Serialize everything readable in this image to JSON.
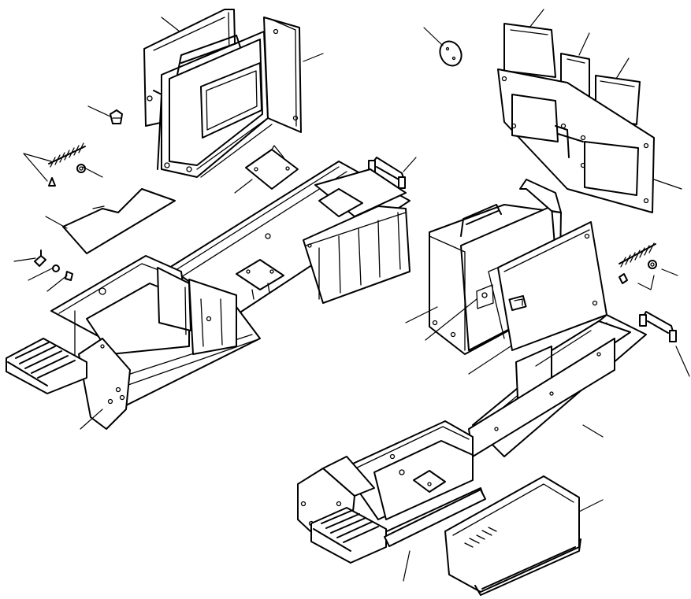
{
  "diagram": {
    "colors": {
      "line": "#000000",
      "background": "#ffffff"
    },
    "parts": [
      "left-door-cover-plate",
      "left-tool-box-frame",
      "left-side-panel",
      "left-fastener-clip",
      "left-spring-latch",
      "left-wing-nut",
      "left-floor-cover-plate",
      "left-small-bolts",
      "left-access-cover",
      "left-handle-bracket",
      "left-main-frame-box",
      "left-step",
      "right-round-plug",
      "right-cover-plates",
      "right-gasket-frame",
      "right-tool-box",
      "right-door",
      "right-spring-latch",
      "right-handle-bracket",
      "right-main-frame-box",
      "right-step",
      "right-drawer-tray",
      "right-side-rail"
    ]
  }
}
